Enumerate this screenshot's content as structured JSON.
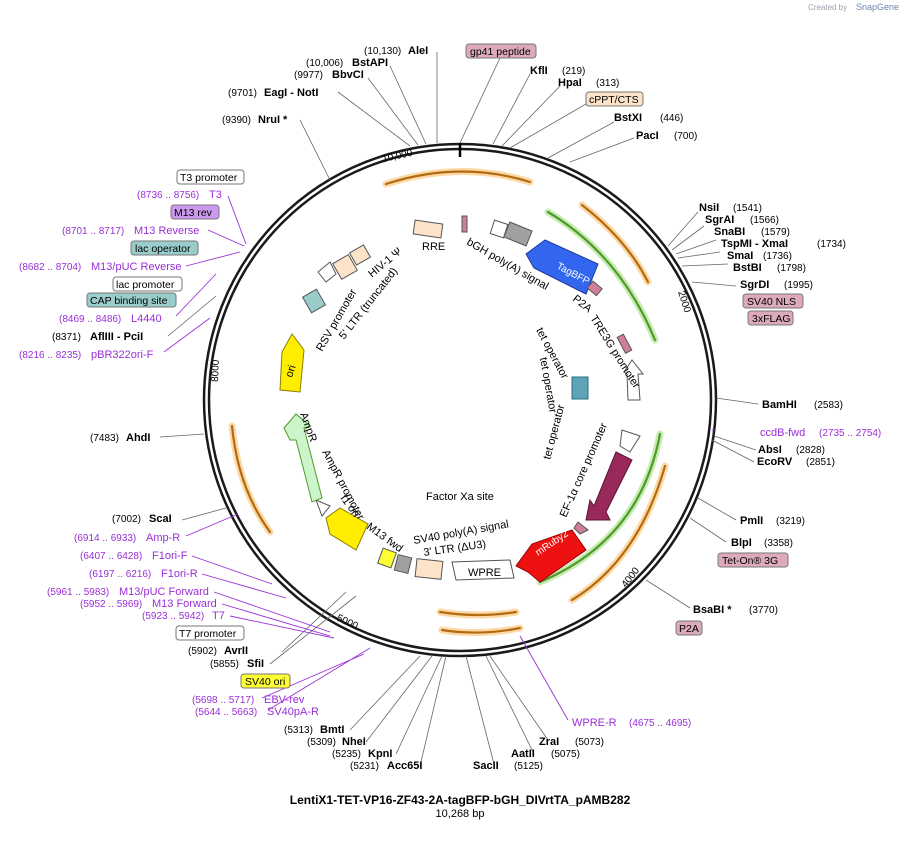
{
  "header": {
    "created_by": "Created by",
    "brand": "SnapGene"
  },
  "map": {
    "title": "LentiX1-TET-VP16-ZF43-2A-tagBFP-bGH_DIVrtTA_pAMB282",
    "length_label": "10,268 bp",
    "ticks": [
      "10,000",
      "2000",
      "4000",
      "5000",
      "8000"
    ],
    "sites": [
      {
        "name": "AleI",
        "pos": "(10,130)"
      },
      {
        "name": "BstAPI",
        "pos": "(10,006)"
      },
      {
        "name": "BbvCI",
        "pos": "(9977)"
      },
      {
        "name": "EagI  -  NotI",
        "pos": "(9701)"
      },
      {
        "name": "NruI *",
        "pos": "(9390)"
      },
      {
        "name": "KflI",
        "pos": "(219)"
      },
      {
        "name": "HpaI",
        "pos": "(313)"
      },
      {
        "name": "BstXI",
        "pos": "(446)"
      },
      {
        "name": "PacI",
        "pos": "(700)"
      },
      {
        "name": "NsiI",
        "pos": "(1541)"
      },
      {
        "name": "SgrAI",
        "pos": "(1566)"
      },
      {
        "name": "SnaBI",
        "pos": "(1579)"
      },
      {
        "name": "TspMI  -  XmaI",
        "pos": "(1734)"
      },
      {
        "name": "SmaI",
        "pos": "(1736)"
      },
      {
        "name": "BstBI",
        "pos": "(1798)"
      },
      {
        "name": "SgrDI",
        "pos": "(1995)"
      },
      {
        "name": "BamHI",
        "pos": "(2583)"
      },
      {
        "name": "AbsI",
        "pos": "(2828)"
      },
      {
        "name": "EcoRV",
        "pos": "(2851)"
      },
      {
        "name": "PmlI",
        "pos": "(3219)"
      },
      {
        "name": "BlpI",
        "pos": "(3358)"
      },
      {
        "name": "BsaBI *",
        "pos": "(3770)"
      },
      {
        "name": "ZraI",
        "pos": "(5073)"
      },
      {
        "name": "AatII",
        "pos": "(5075)"
      },
      {
        "name": "SacII",
        "pos": "(5125)"
      },
      {
        "name": "BmtI",
        "pos": "(5313)"
      },
      {
        "name": "NheI",
        "pos": "(5309)"
      },
      {
        "name": "KpnI",
        "pos": "(5235)"
      },
      {
        "name": "Acc65I",
        "pos": "(5231)"
      },
      {
        "name": "SfiI",
        "pos": "(5855)"
      },
      {
        "name": "AvrII",
        "pos": "(5902)"
      },
      {
        "name": "ScaI",
        "pos": "(7002)"
      },
      {
        "name": "AhdI",
        "pos": "(7483)"
      },
      {
        "name": "AflIII  -  PciI",
        "pos": "(8371)"
      }
    ],
    "primers": [
      {
        "name": "T3",
        "range": "(8736 .. 8756)"
      },
      {
        "name": "M13 Reverse",
        "range": "(8701 .. 8717)"
      },
      {
        "name": "M13/pUC Reverse",
        "range": "(8682 .. 8704)"
      },
      {
        "name": "L4440",
        "range": "(8469 .. 8486)"
      },
      {
        "name": "pBR322ori-F",
        "range": "(8216 .. 8235)"
      },
      {
        "name": "Amp-R",
        "range": "(6914 .. 6933)"
      },
      {
        "name": "F1ori-F",
        "range": "(6407 .. 6428)"
      },
      {
        "name": "F1ori-R",
        "range": "(6197 .. 6216)"
      },
      {
        "name": "M13/pUC Forward",
        "range": "(5961 .. 5983)"
      },
      {
        "name": "M13 Forward",
        "range": "(5952 .. 5969)"
      },
      {
        "name": "T7",
        "range": "(5923 .. 5942)"
      },
      {
        "name": "EBV-rev",
        "range": "(5698 .. 5717)"
      },
      {
        "name": "SV40pA-R",
        "range": "(5644 .. 5663)"
      },
      {
        "name": "ccdB-fwd",
        "range": "(2735 .. 2754)"
      },
      {
        "name": "WPRE-R",
        "range": "(4675 .. 4695)"
      }
    ],
    "boxes": [
      {
        "name": "gp41 peptide"
      },
      {
        "name": "cPPT/CTS"
      },
      {
        "name": "SV40 NLS"
      },
      {
        "name": "3xFLAG"
      },
      {
        "name": "Tet-On® 3G"
      },
      {
        "name": "P2A"
      },
      {
        "name": "T3 promoter"
      },
      {
        "name": "M13 rev"
      },
      {
        "name": "lac operator"
      },
      {
        "name": "lac promoter"
      },
      {
        "name": "CAP binding site"
      },
      {
        "name": "T7 promoter"
      },
      {
        "name": "SV40 ori"
      }
    ],
    "features": [
      {
        "name": "RRE"
      },
      {
        "name": "bGH poly(A) signal"
      },
      {
        "name": "TagBFP"
      },
      {
        "name": "P2A"
      },
      {
        "name": "TRE3G promoter"
      },
      {
        "name": "tet operator"
      },
      {
        "name": "tet operator"
      },
      {
        "name": "tet operator"
      },
      {
        "name": "EF-1α core promoter"
      },
      {
        "name": "mRuby2"
      },
      {
        "name": "WPRE"
      },
      {
        "name": "3' LTR (ΔU3)"
      },
      {
        "name": "SV40 poly(A) signal"
      },
      {
        "name": "Factor Xa site"
      },
      {
        "name": "M13 fwd"
      },
      {
        "name": "f1 ori"
      },
      {
        "name": "AmpR promoter"
      },
      {
        "name": "AmpR"
      },
      {
        "name": "ori"
      },
      {
        "name": "RSV promoter"
      },
      {
        "name": "5' LTR (truncated)"
      },
      {
        "name": "HIV-1 Ψ"
      }
    ],
    "colors": {
      "backbone": "#1a1a1a",
      "primer": "#9a2fd6",
      "orange_arc": "#b36b12",
      "green_arc": "#4f9a2a",
      "tagbfp": "#3366ee",
      "mruby": "#ee1111",
      "ef1a": "#99295a",
      "ori": "#ffee00",
      "ampr": "#ccf5cc",
      "box_pink": "#dcaabb",
      "box_orange": "#fde3c8",
      "box_teal": "#9acccc",
      "box_purple": "#cc99ee",
      "box_yellow": "#ffff33"
    }
  }
}
